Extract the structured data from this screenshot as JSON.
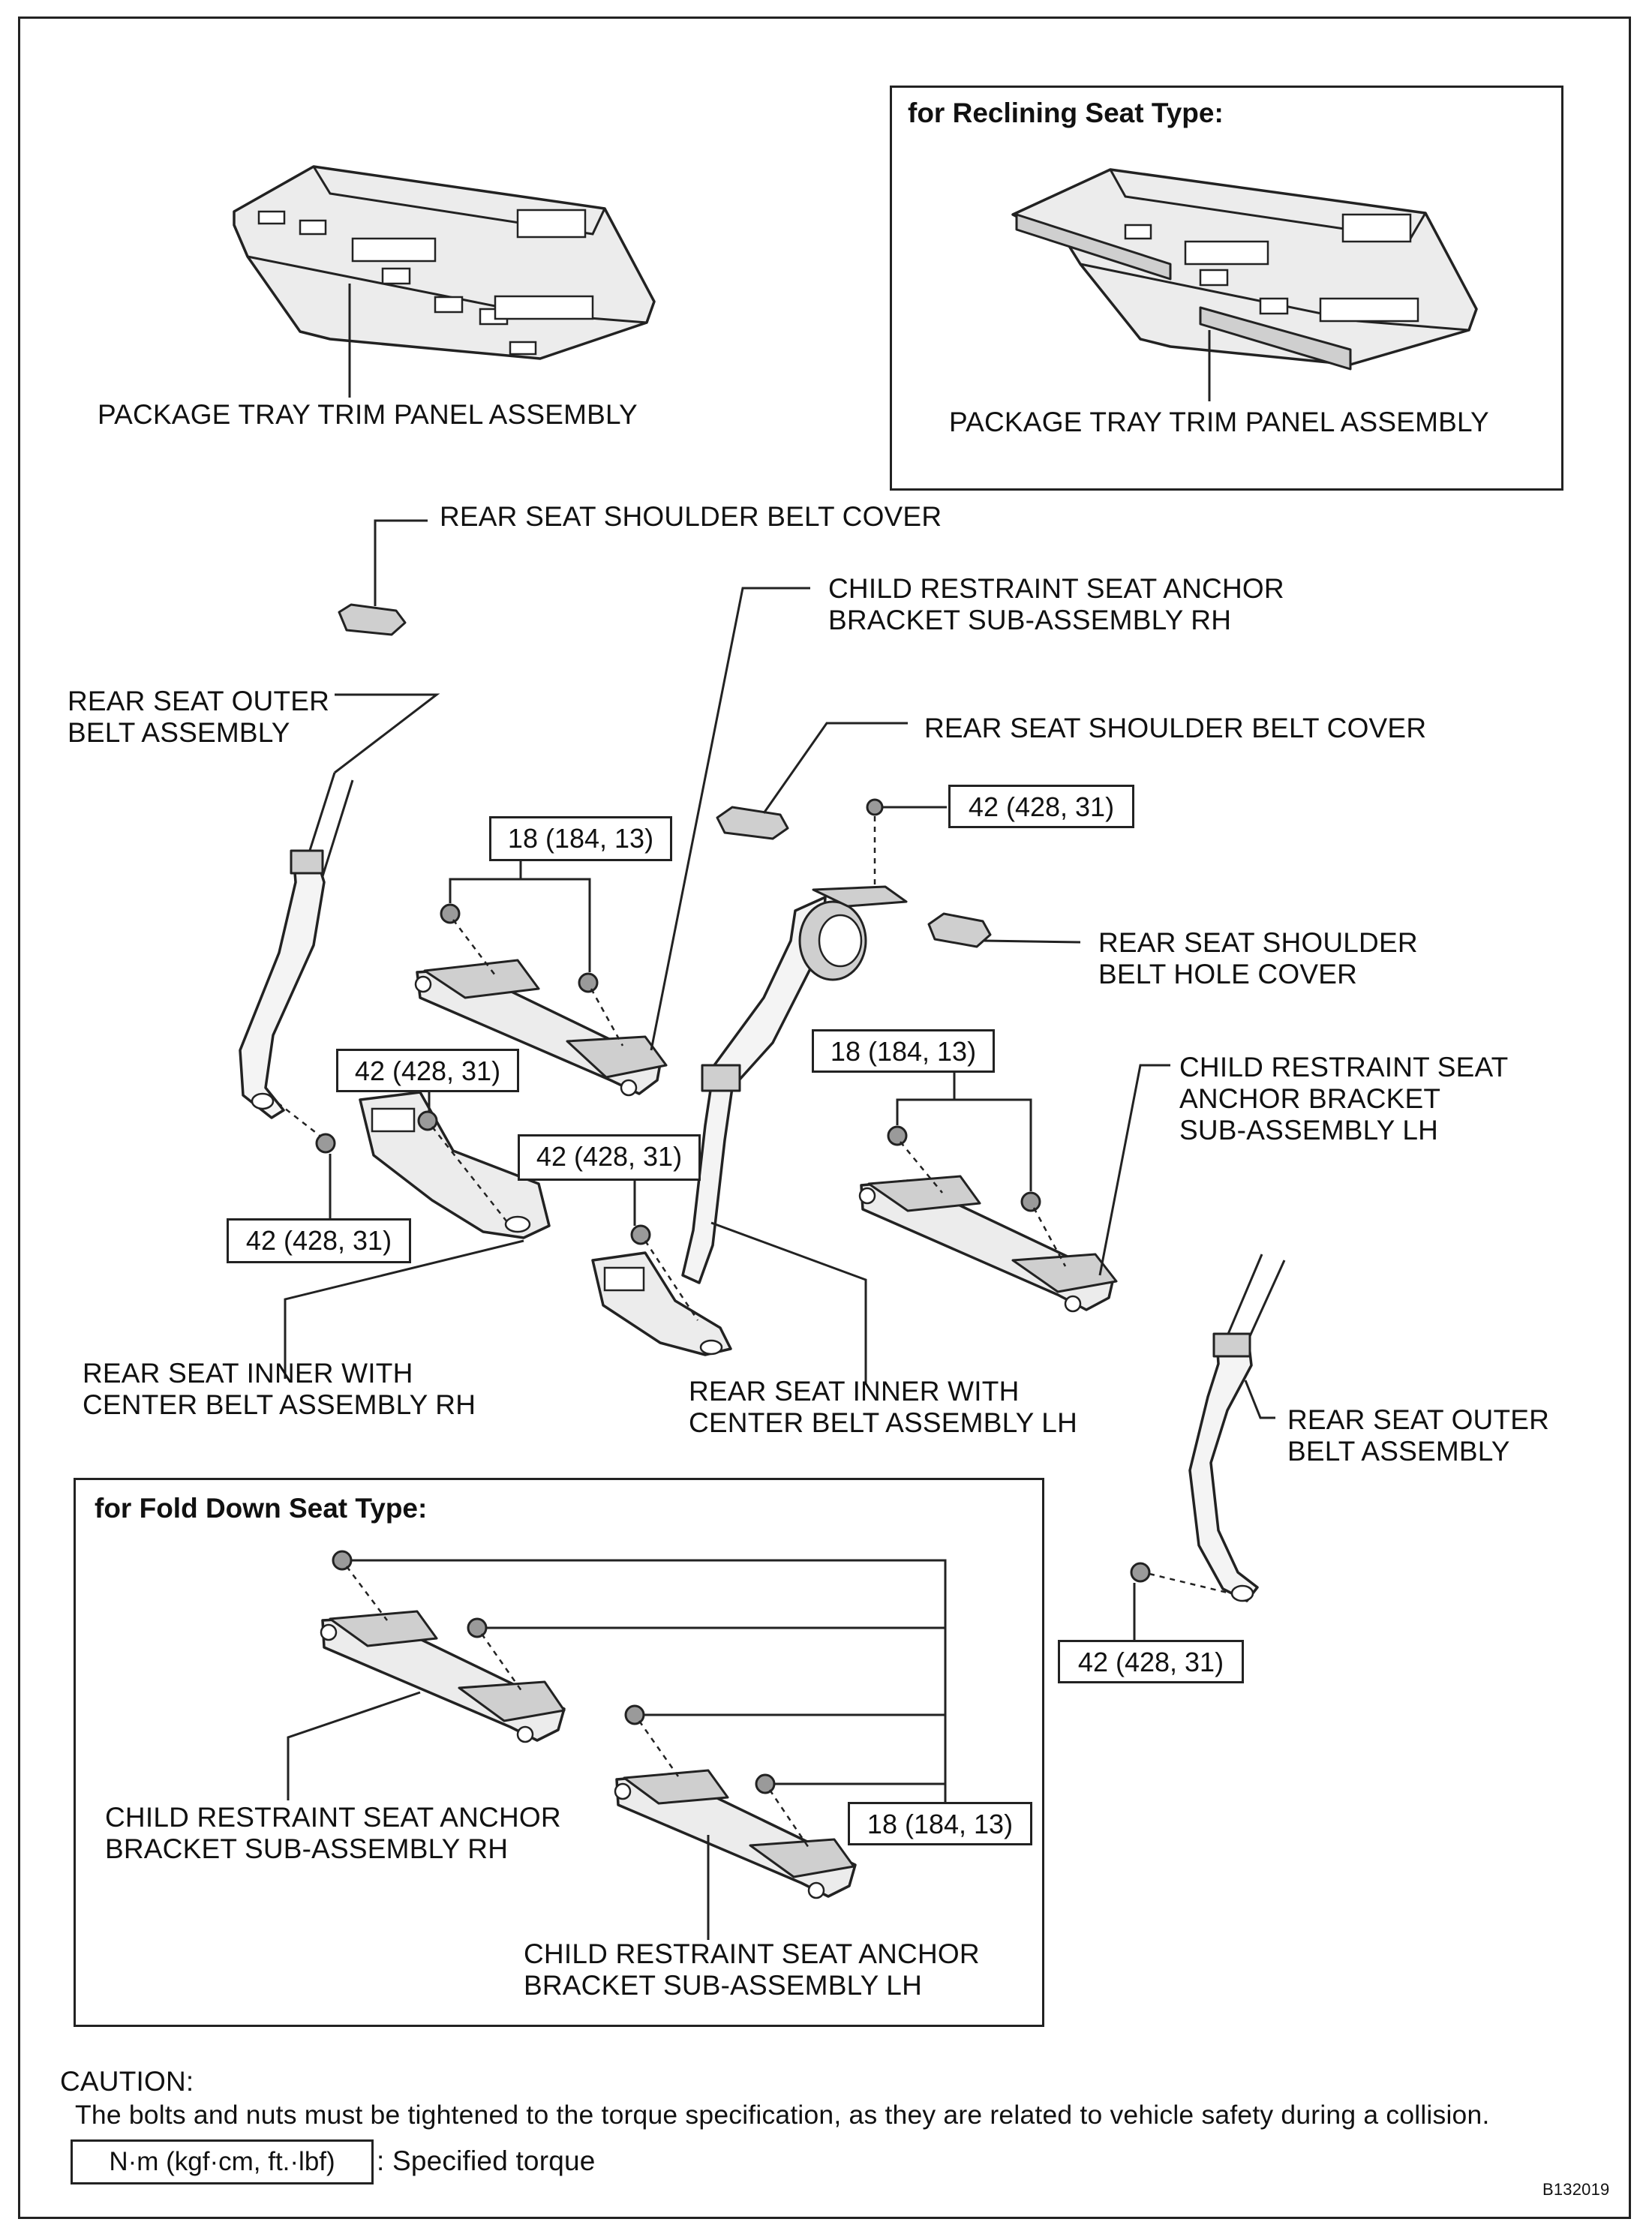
{
  "labels": {
    "package_tray_left": "PACKAGE TRAY TRIM PANEL ASSEMBLY",
    "package_tray_right": "PACKAGE TRAY TRIM PANEL ASSEMBLY",
    "shoulder_belt_cover_top": "REAR SEAT SHOULDER BELT COVER",
    "child_anchor_rh_top": "CHILD RESTRAINT SEAT ANCHOR\nBRACKET SUB-ASSEMBLY RH",
    "outer_belt_left": "REAR SEAT OUTER\nBELT ASSEMBLY",
    "shoulder_belt_cover_mid": "REAR SEAT SHOULDER BELT COVER",
    "shoulder_belt_hole_cover": "REAR SEAT SHOULDER\nBELT HOLE COVER",
    "child_anchor_lh_right": "CHILD RESTRAINT SEAT\nANCHOR BRACKET\nSUB-ASSEMBLY LH",
    "inner_center_rh": "REAR SEAT INNER WITH\nCENTER BELT ASSEMBLY RH",
    "inner_center_lh": "REAR SEAT INNER WITH\nCENTER BELT ASSEMBLY LH",
    "outer_belt_right": "REAR SEAT OUTER\nBELT ASSEMBLY",
    "fold_child_anchor_rh": "CHILD RESTRAINT SEAT ANCHOR\nBRACKET SUB-ASSEMBLY RH",
    "fold_child_anchor_lh": "CHILD RESTRAINT SEAT ANCHOR\nBRACKET SUB-ASSEMBLY LH"
  },
  "headers": {
    "reclining": "for Reclining Seat Type:",
    "fold_down": "for Fold Down Seat Type:"
  },
  "torque": {
    "t18_top": "18 (184, 13)",
    "t42_shoulder": "42 (428, 31)",
    "t42_rh_buckle": "42 (428, 31)",
    "t42_lh_buckle": "42 (428, 31)",
    "t18_lh": "18 (184, 13)",
    "t42_outer_left": "42 (428, 31)",
    "t42_outer_right": "42 (428, 31)",
    "t18_fold": "18 (184, 13)"
  },
  "caution": {
    "title": "CAUTION:",
    "text": "The bolts and nuts must be tightened to the torque specification, as they are related to vehicle safety during a collision.",
    "legend_box": "N·m (kgf·cm, ft.·lbf)",
    "legend_text": ": Specified torque"
  },
  "figure_code": "B132019"
}
